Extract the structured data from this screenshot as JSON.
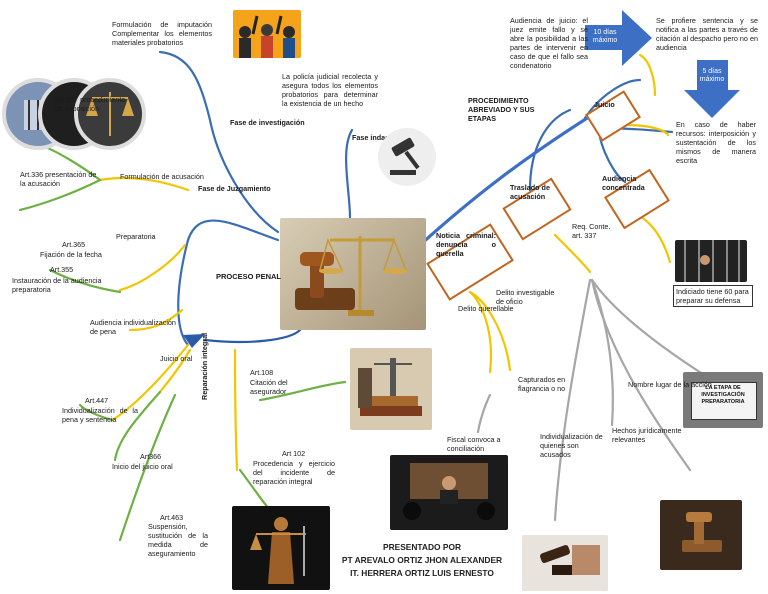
{
  "center": {
    "title": "PROCESO PENAL"
  },
  "branches": {
    "investigacion": {
      "label": "Fase de investigación"
    },
    "juzgamiento": {
      "label": "Fase de Juzgamiento"
    },
    "indagacion": {
      "label": "Fase indagación"
    },
    "abreviado": {
      "label": "PROCEDIMIENTO ABREVIADO Y SUS ETAPAS"
    },
    "reparacion": {
      "label": "Reparación integral"
    }
  },
  "notes": {
    "imputacion": "Formulación de imputación Complementar los elementos materiales probatorios",
    "acusacion": "Formulación de acusación",
    "art337": "Art.337 procedimiento de exposición",
    "art336": "Art.336 presentación de la acusación",
    "preparatoria": "Preparatoria",
    "art365_title": "Art.365",
    "art365": "Fijación de la fecha",
    "art355_title": "Art.355",
    "art355": "Instauración de la audiencia preparatoria",
    "individualizacion": "Audiencia individualización de pena",
    "juicio_oral": "Juicio oral",
    "art447_title": "Art.447",
    "art447": "Individualización de la pena y sentencia",
    "art366_title": "Art366",
    "art366": "Inicio del juicio oral",
    "art463_title": "Art.463",
    "art463": "Suspensión, sustitución de la medida de aseguramiento",
    "art108_title": "Art.108",
    "art108": "Citación del asegurador",
    "art102_title": "Art 102",
    "art102": "Procedencia y ejercicio del incidente de reparación integral",
    "policia": "La policía judicial recolecta y asegura todos los elementos probatorios para determinar la existencia de un hecho",
    "audiencia_juicio": "Audiencia de juicio: el juez emite fallo y se abre la posibilidad a las partes de intervenir en caso de que el fallo sea condenatorio",
    "diez_dias": "10 días máximo",
    "sentencia": "Se profiere sentencia y se notifica a las partes a través de citación al despacho pero no en audiencia",
    "cinco_dias": "5 días máximo",
    "recursos": "En caso de haber recursos: interposición y sustentación de los mismos de manera escrita",
    "juicio": "Juicio",
    "traslado": "Traslado de acusación",
    "audiencia_concentrada": "Audiencia concentrada",
    "noticia": "Noticia criminal: denuncia o querella",
    "req_conte": "Req. Conte. art. 337",
    "indiciado": "Indiciado tiene 60 para preparar su defensa",
    "delito_investigable": "Delito investigable de oficio",
    "delito_querellable": "Delito querellable",
    "capturados": "Capturados en flagrancia o no",
    "fiscal": "Fiscal convoca a conciliación",
    "nombre_lugar": "Nombre lugar de la acción",
    "hechos": "Hechos jurídicamente relevantes",
    "individualizacion_acusados": "Individualización de quienes son acusados"
  },
  "sign": {
    "title": "LA ETAPA DE INVESTIGACIÓN PREPARATORIA"
  },
  "credits": {
    "line1": "PRESENTADO POR",
    "line2": "PT AREVALO ORTIZ JHON ALEXANDER",
    "line3": "IT. HERRERA ORTIZ LUIS ERNESTO"
  },
  "colors": {
    "blue": "#3a6db3",
    "yellow": "#f2c500",
    "green": "#6fb044",
    "gray": "#a6a6a6",
    "orange": "#c0661f",
    "arrow": "#3d6fc4"
  }
}
